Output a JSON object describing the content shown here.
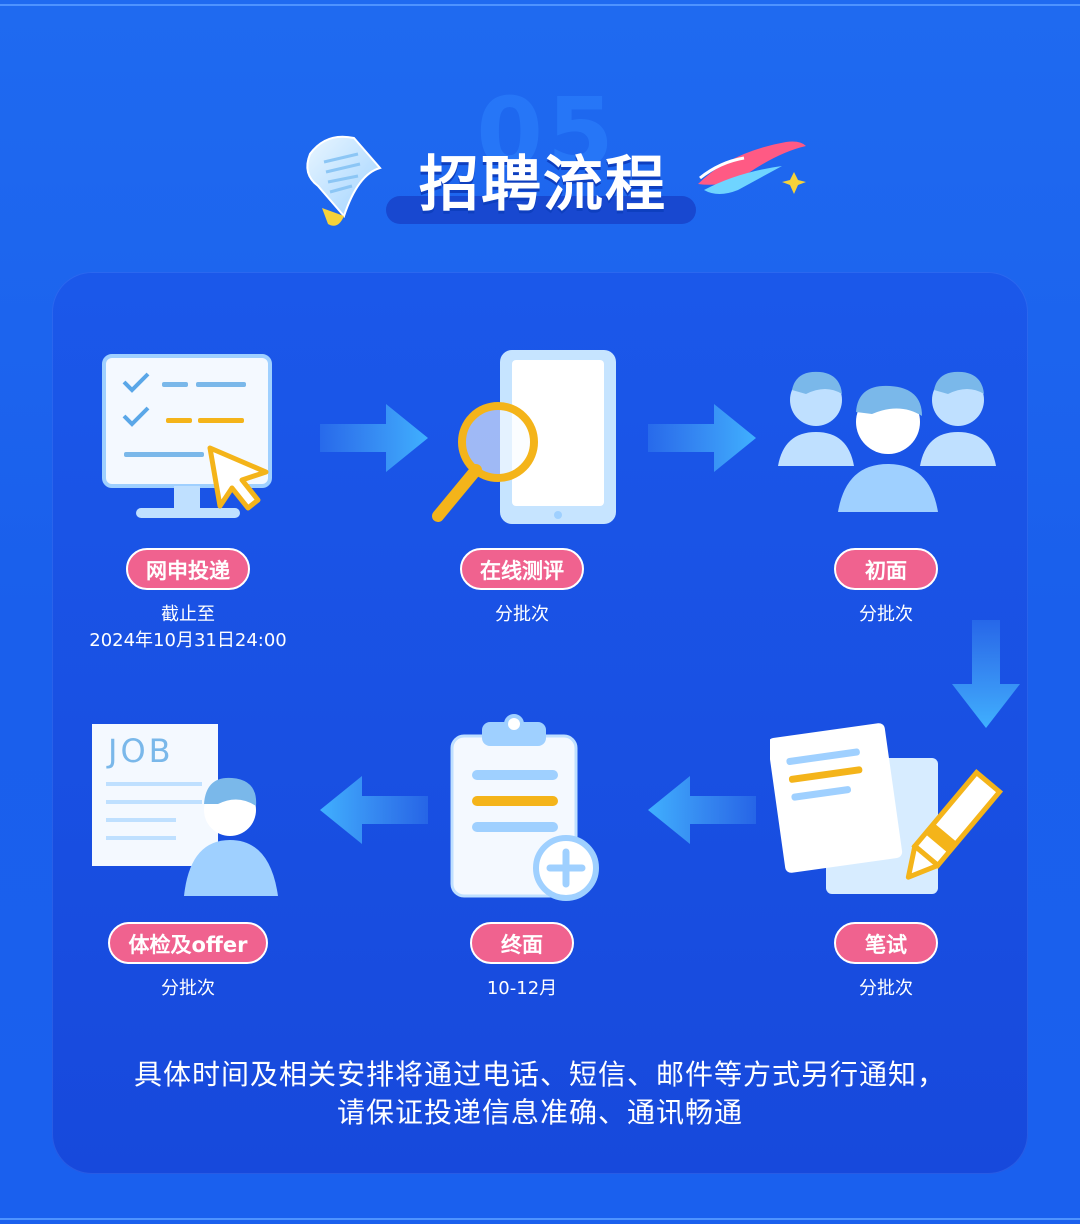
{
  "header": {
    "section_number": "05",
    "title": "招聘流程"
  },
  "steps": [
    {
      "label": "网申投递",
      "note_line1": "截止至",
      "note_line2": "2024年10月31日24:00"
    },
    {
      "label": "在线测评",
      "note_line1": "分批次"
    },
    {
      "label": "初面",
      "note_line1": "分批次"
    },
    {
      "label": "笔试",
      "note_line1": "分批次"
    },
    {
      "label": "终面",
      "note_line1": "10-12月"
    },
    {
      "label": "体检及offer",
      "note_line1": "分批次"
    }
  ],
  "icons": {
    "step1": "computer-checklist-icon",
    "step2": "tablet-magnifier-icon",
    "step3": "people-group-icon",
    "step4": "paper-pencil-icon",
    "step5": "clipboard-plus-icon",
    "step6": "job-document-person-icon",
    "job_text": "JOB"
  },
  "footer": {
    "line1": "具体时间及相关安排将通过电话、短信、邮件等方式另行通知，",
    "line2": "请保证投递信息准确、通讯畅通"
  },
  "colors": {
    "background": "#1f6af0",
    "card": "#1749dc",
    "pill": "#f0628f",
    "arrow": "#3fa0ff",
    "accent_yellow": "#f4b41a"
  }
}
